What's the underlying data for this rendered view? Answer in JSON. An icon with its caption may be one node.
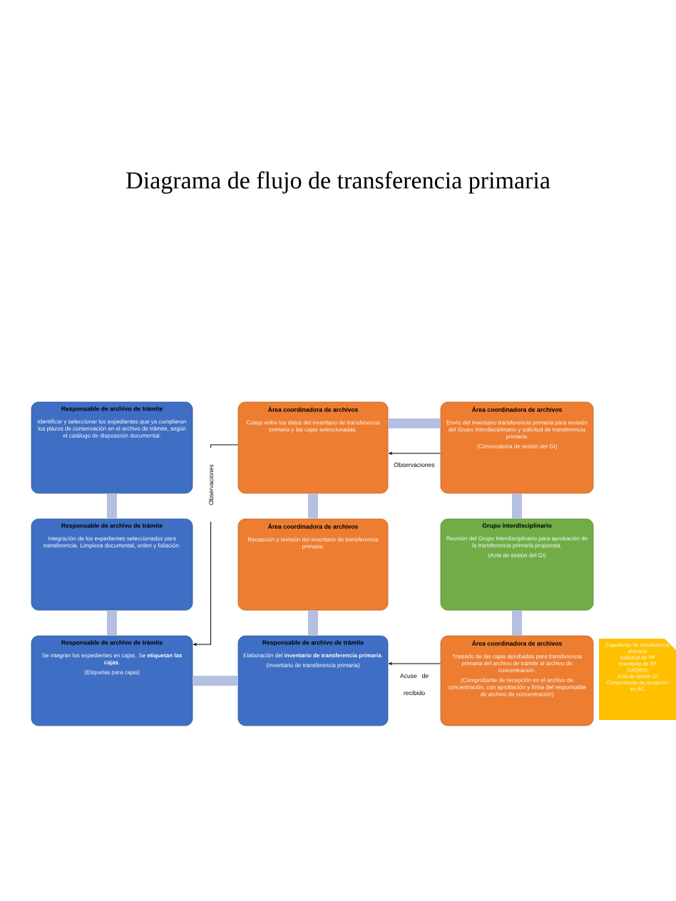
{
  "diagram": {
    "title": "Diagrama de flujo de transferencia primaria",
    "nodes": [
      {
        "text": [
          "Responsable de archivo de trámite",
          "Identificar y seleccionar los expedientes que ya cumplieron los plazos de conservación en el archivo de trámite, según el catálogo de disposición documental."
        ]
      },
      {
        "text": [
          "Responsable de archivo de trámite",
          "Integración de los expedientes seleccionados para transferencia. Limpieza documental, orden y foliación."
        ]
      },
      {
        "text": [
          "Responsable de archivo de trámite",
          "Se integran los expedientes en cajas. Se **etiquetan las cajas**.",
          "(Etiquetas para cajas)"
        ]
      },
      {
        "text": [
          "Área coordinadora de archivos",
          "Cotejo entre los datos del inventario de transferencia primaria y las cajas seleccionadas."
        ]
      },
      {
        "text": [
          "Área coordinadora de archivos",
          "Recepción y revisión del inventario de transferencia primaria."
        ]
      },
      {
        "text": [
          "Responsable de archivo de trámite",
          "Elaboración del **inventario de transferencia primaria**.",
          "(Inventario de transferencia primaria)"
        ]
      },
      {
        "text": [
          "Área coordinadora de archivos",
          "Envío del inventario transferencia primaria para revisión del Grupo Interdisciplinario y solicitud de transferencia primaria.",
          "(Convocatoria de sesión del GI)"
        ]
      },
      {
        "text": [
          "Grupo interdisciplinario",
          "Reunión del Grupo Interdisciplinario para aprobación de la transferencia primaria propuesta.",
          "(Acta de sesión del GI)"
        ]
      },
      {
        "text": [
          "Área coordinadora de archivos",
          "Traslado de las cajas aprobadas para transferencia primaria del archivo de trámite al archivo de concentración.",
          "(Comprobante de recepción en el archivo de concentración, con aprobación y firma del responsable de archivo de concentración)"
        ]
      },
      {
        "text": [
          "Expediente de transferencia primaria",
          "Solicitud de TP",
          "Inventario de TP",
          "CADIDO",
          "Acta de sesión GI",
          "Comprobante de recepción en AC"
        ]
      }
    ],
    "edges": [
      {
        "from": 0,
        "to": 1,
        "arrow": "none"
      },
      {
        "from": 1,
        "to": 2,
        "arrow": "none"
      },
      {
        "from": 2,
        "to": 5,
        "arrow": "none"
      },
      {
        "from": 5,
        "to": 4,
        "arrow": "none"
      },
      {
        "from": 4,
        "to": 3,
        "arrow": "none"
      },
      {
        "from": 3,
        "to": 6,
        "arrow": "none"
      },
      {
        "from": 6,
        "to": 7,
        "arrow": "none"
      },
      {
        "from": 7,
        "to": 8,
        "arrow": "none"
      },
      {
        "from": 3,
        "to": 2,
        "arrow": "to",
        "label": "Observaciones",
        "color": "#000000"
      },
      {
        "from": 6,
        "to": 3,
        "arrow": "to",
        "label": "Observaciones",
        "color": "#000000"
      },
      {
        "from": 8,
        "to": 5,
        "arrow": "to",
        "label": "Acuse de recibido",
        "color": "#000000"
      }
    ]
  }
}
